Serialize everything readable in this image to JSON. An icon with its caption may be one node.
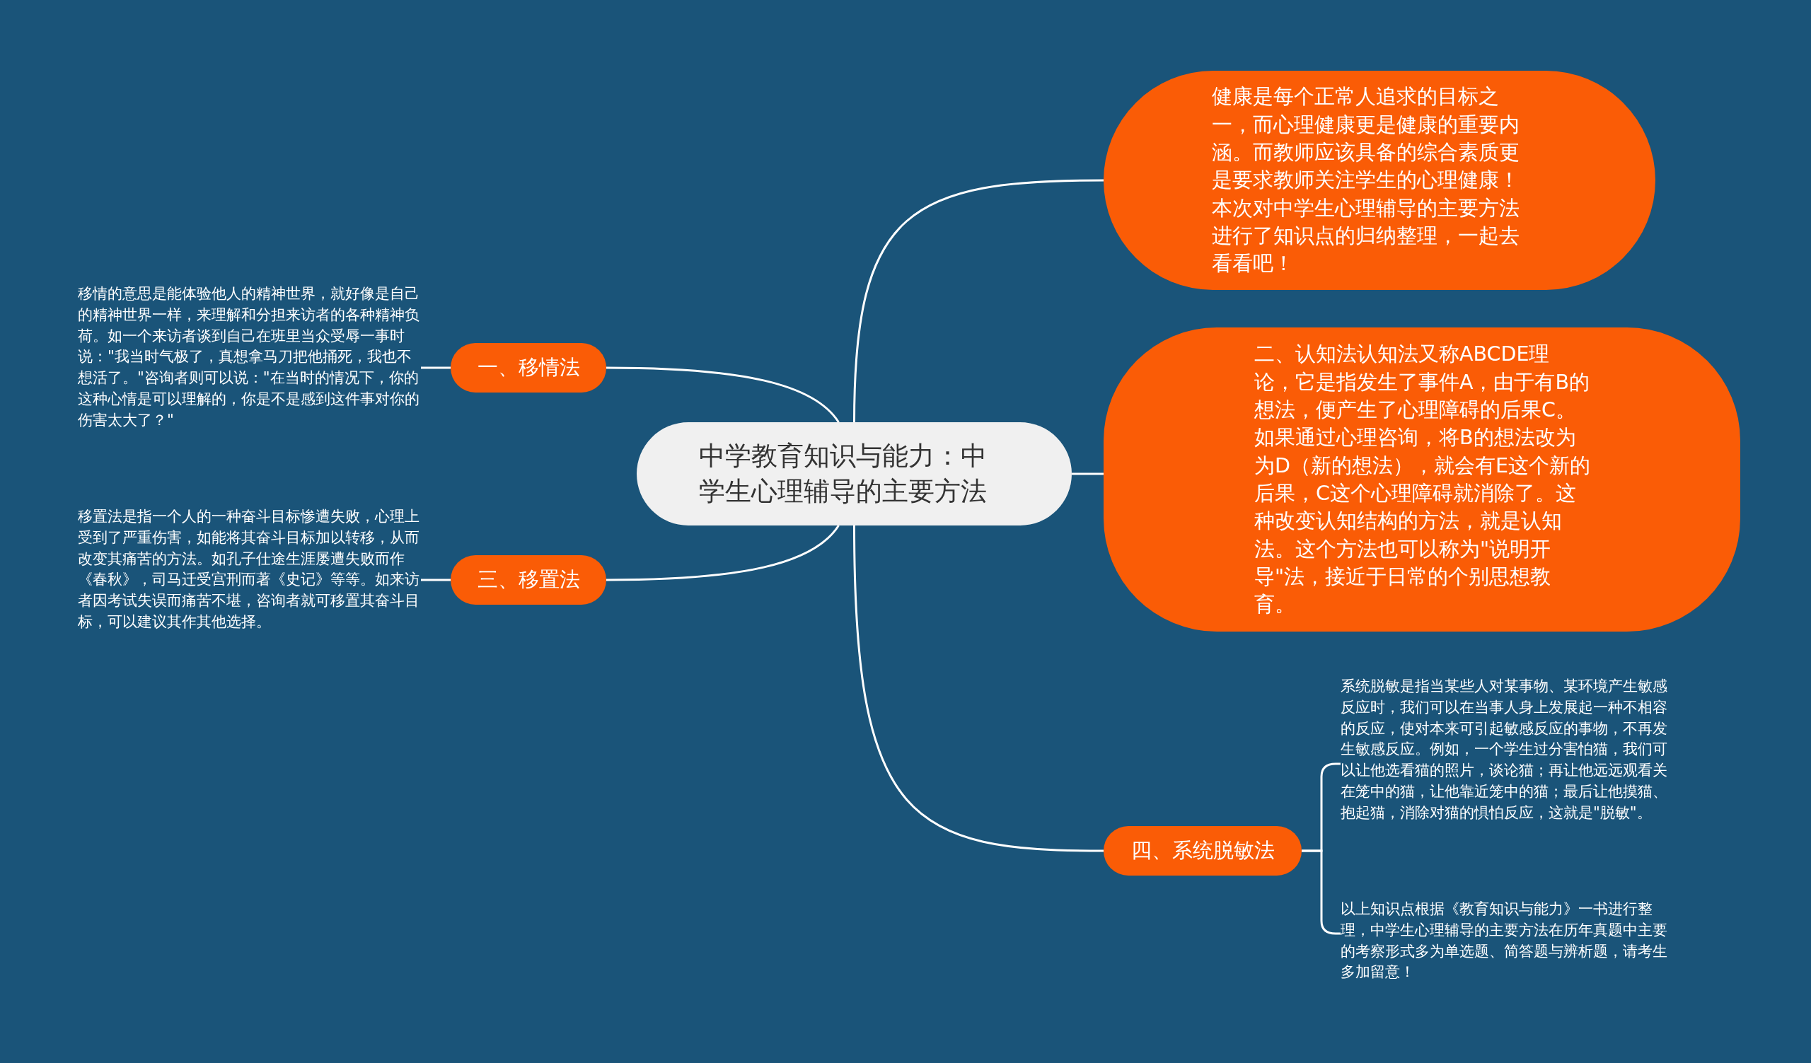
{
  "diagram": {
    "nodes": [
      {
        "text": [
          "中学教育知识与能力：中学生心理辅导的主要方法"
        ]
      },
      {
        "text": [
          "健康是每个正常人追求的目标之一，而心理健康更是健康的重要内涵。而教师应该具备的综合素质更是要求教师关注学生的心理健康！本次对中学生心理辅导的主要方法进行了知识点的归纳整理，一起去看看吧！"
        ]
      },
      {
        "text": [
          "二、认知法认知法又称ABCDE理论，它是指发生了事件A，由于有B的想法，便产生了心理障碍的后果C。如果通过心理咨询，将B的想法改为为D（新的想法），就会有E这个新的后果，C这个心理障碍就消除了。这种改变认知结构的方法，就是认知法。这个方法也可以称为\"说明开导\"法，接近于日常的个别思想教育。"
        ]
      },
      {
        "text": [
          "一、移情法"
        ]
      },
      {
        "text": [
          "移情的意思是能体验他人的精神世界，就好像是自己的精神世界一样，来理解和分担来访者的各种精神负荷。如一个来访者谈到自己在班里当众受辱一事时说：\"我当时气极了，真想拿马刀把他捅死，我也不想活了。\"咨询者则可以说：\"在当时的情况下，你的这种心情是可以理解的，你是不是感到这件事对你的伤害太大了？\""
        ]
      },
      {
        "text": [
          "三、移置法"
        ]
      },
      {
        "text": [
          "移置法是指一个人的一种奋斗目标惨遭失败，心理上受到了严重伤害，如能将其奋斗目标加以转移，从而改变其痛苦的方法。如孔子仕途生涯屡遭失败而作《春秋》，司马迁受宫刑而著《史记》等等。如来访者因考试失误而痛苦不堪，咨询者就可移置其奋斗目标，可以建议其作其他选择。"
        ]
      },
      {
        "text": [
          "四、系统脱敏法"
        ]
      },
      {
        "text": [
          "系统脱敏是指当某些人对某事物、某环境产生敏感反应时，我们可以在当事人身上发展起一种不相容的反应，使对本来可引起敏感反应的事物，不再发生敏感反应。例如，一个学生过分害怕猫，我们可以让他选看猫的照片，谈论猫；再让他远远观看关在笼中的猫，让他靠近笼中的猫；最后让他摸猫、抱起猫，消除对猫的惧怕反应，这就是\"脱敏\"。"
        ]
      },
      {
        "text": [
          "以上知识点根据《教育知识与能力》一书进行整理，中学生心理辅导的主要方法在历年真题中主要的考察形式多为单选题、简答题与辨析题，请考生多加留意！"
        ]
      }
    ],
    "edges": [
      {
        "from": 0,
        "to": 1,
        "arrow": "none"
      },
      {
        "from": 0,
        "to": 2,
        "arrow": "none"
      },
      {
        "from": 0,
        "to": 3,
        "arrow": "none"
      },
      {
        "from": 3,
        "to": 4,
        "arrow": "none"
      },
      {
        "from": 0,
        "to": 5,
        "arrow": "none"
      },
      {
        "from": 5,
        "to": 6,
        "arrow": "none"
      },
      {
        "from": 0,
        "to": 7,
        "arrow": "none"
      },
      {
        "from": 7,
        "to": 8,
        "arrow": "none"
      },
      {
        "from": 7,
        "to": 9,
        "arrow": "none"
      }
    ]
  }
}
